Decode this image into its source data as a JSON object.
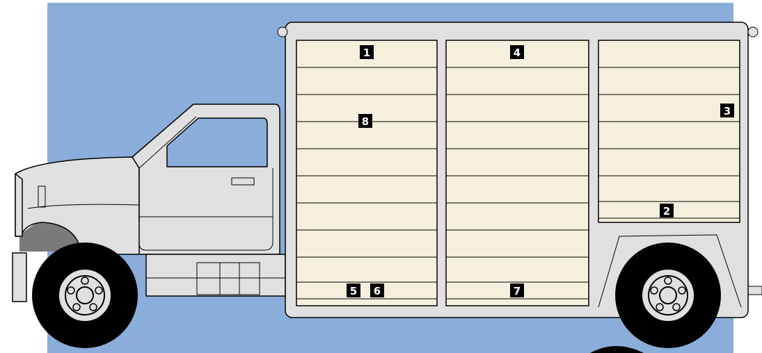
{
  "colors": {
    "background_panel": "#8aadd9",
    "truck_body": "#e0e0e0",
    "shutter": "#f5f0de",
    "wheel_well": "#7a7a7a",
    "tire": "#000000",
    "marker": "#000000",
    "marker_text": "#ffffff"
  },
  "markers": [
    {
      "id": "m1",
      "label": "1"
    },
    {
      "id": "m2",
      "label": "2"
    },
    {
      "id": "m3",
      "label": "3"
    },
    {
      "id": "m4",
      "label": "4"
    },
    {
      "id": "m5",
      "label": "5"
    },
    {
      "id": "m6",
      "label": "6"
    },
    {
      "id": "m7",
      "label": "7"
    },
    {
      "id": "m8",
      "label": "8"
    }
  ]
}
